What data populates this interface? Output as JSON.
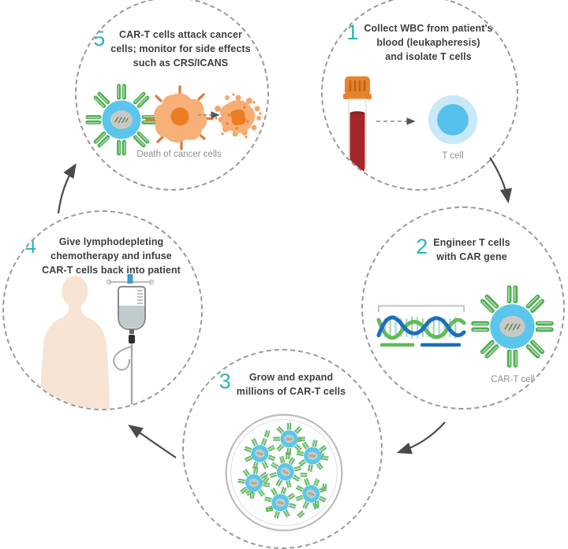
{
  "steps": [
    {
      "number": "1",
      "text": "Collect WBC from patient's\nblood (leukapheresis)\nand isolate T cells",
      "caption": "T cell"
    },
    {
      "number": "2",
      "text": "Engineer T cells\nwith CAR gene",
      "caption": "CAR-T cell"
    },
    {
      "number": "3",
      "text": "Grow and expand\nmillions of CAR-T cells"
    },
    {
      "number": "4",
      "text": "Give lymphodepleting\nchemotherapy and infuse\nCAR-T cells back into patient"
    },
    {
      "number": "5",
      "text": "CAR-T cells attack cancer\ncells; monitor for side effects\nsuch as CRS/ICANS",
      "caption": "Death of cancer cells"
    }
  ],
  "colors": {
    "step_number": "#2CB4BE",
    "heading_text": "#3E3E3E",
    "caption_text": "#8F8F8F",
    "circle_border": "#9B9B9B",
    "arrow": "#4A4A4A",
    "cell_blue": "#5BC6EC",
    "cell_blue_light": "#C9E9F8",
    "nucleus_gray": "#C8C8C4",
    "receptor_green": "#4FAE51",
    "cancer_orange": "#F6B078",
    "cancer_nucleus": "#ED7D23",
    "blood_red": "#A3272A",
    "cap_orange": "#E8832D",
    "patient_skin": "#F8E4D4",
    "iv_liquid": "#C2CBCB",
    "dna_blue": "#1B6FBE",
    "dna_green": "#62BA57"
  }
}
